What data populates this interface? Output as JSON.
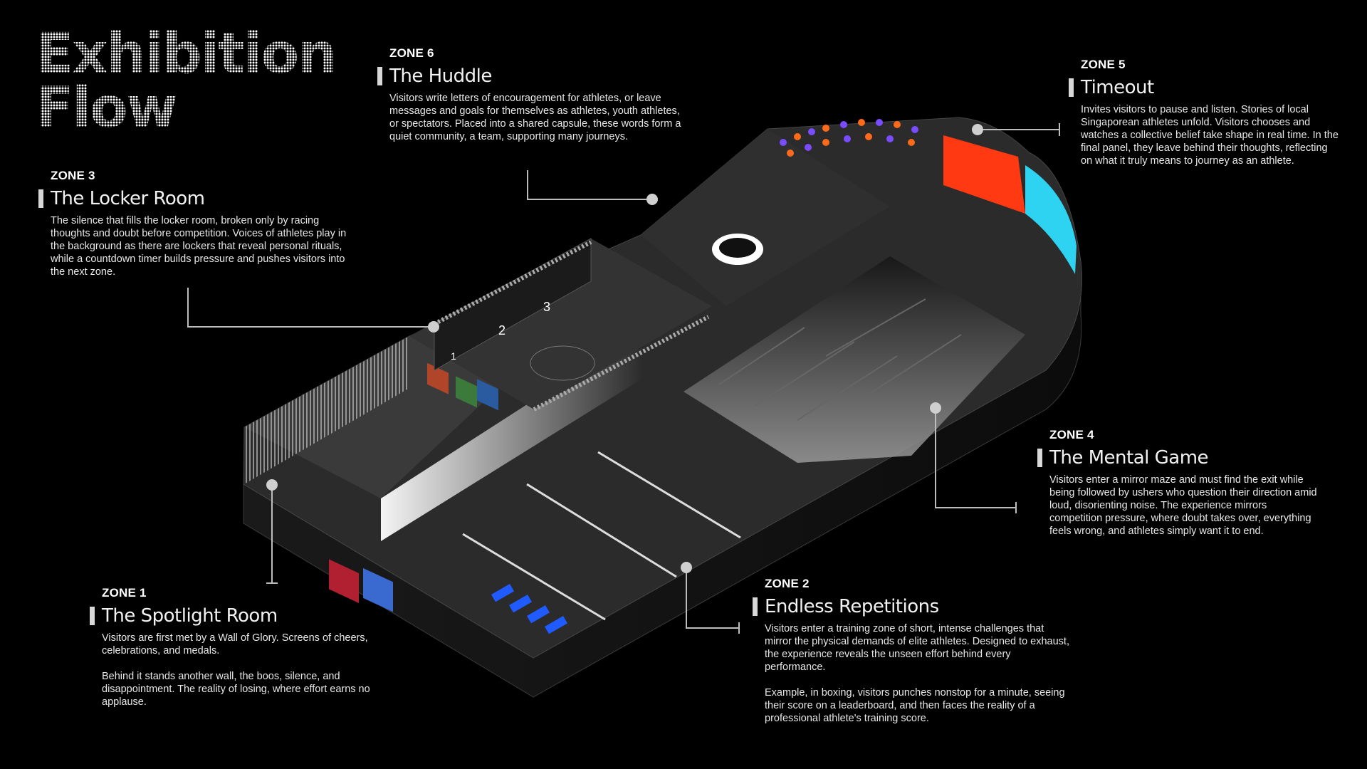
{
  "title": {
    "line1": "Exhibition",
    "line2": "Flow"
  },
  "zones": [
    {
      "number": "ZONE 1",
      "name": "The Spotlight Room",
      "paragraphs": [
        "Visitors are first met by a Wall of Glory. Screens of cheers, celebrations, and medals.",
        "Behind it stands another wall, the boos, silence, and disappointment. The reality of losing, where effort earns no applause."
      ]
    },
    {
      "number": "ZONE 2",
      "name": "Endless Repetitions",
      "paragraphs": [
        "Visitors enter a training zone of short, intense challenges that mirror the physical demands of elite athletes. Designed to exhaust, the experience reveals the unseen effort behind every performance.",
        "Example, in boxing, visitors punches nonstop for a minute, seeing their score on a leaderboard, and then faces the reality of a professional athlete's training score."
      ]
    },
    {
      "number": "ZONE 3",
      "name": "The Locker Room",
      "paragraphs": [
        "The silence that fills the locker room, broken only by racing thoughts and doubt before competition. Voices of athletes play in the background as there are lockers that reveal personal rituals, while a countdown timer builds pressure and pushes visitors into the next zone."
      ]
    },
    {
      "number": "ZONE 4",
      "name": "The Mental Game",
      "paragraphs": [
        "Visitors enter a mirror maze and must find the exit while being followed by ushers who question their direction amid loud, disorienting noise. The experience mirrors competition pressure, where doubt takes over, everything feels wrong, and athletes simply want it to end."
      ]
    },
    {
      "number": "ZONE 5",
      "name": "Timeout",
      "paragraphs": [
        "Invites visitors to pause and listen. Stories of local Singaporean athletes unfold. Visitors chooses and watches a collective belief take shape in real time. In the final panel, they leave behind their thoughts, reflecting on what it truly means to journey as an athlete."
      ]
    },
    {
      "number": "ZONE 6",
      "name": "The Huddle",
      "paragraphs": [
        "Visitors write letters of encouragement for athletes, or leave messages and goals for themselves as athletes, youth athletes, or spectators. Placed into a shared capsule, these words form a quiet community, a team, supporting many journeys."
      ]
    }
  ],
  "plan": {
    "locker_numbers": [
      "1",
      "2",
      "3"
    ],
    "colors": {
      "timeout_red": "#ff3a12",
      "timeout_cyan": "#2fd3f2",
      "dot_purple": "#7a4cff",
      "dot_orange": "#ff6a1a",
      "boxing_blue": "#1f5bff"
    }
  }
}
